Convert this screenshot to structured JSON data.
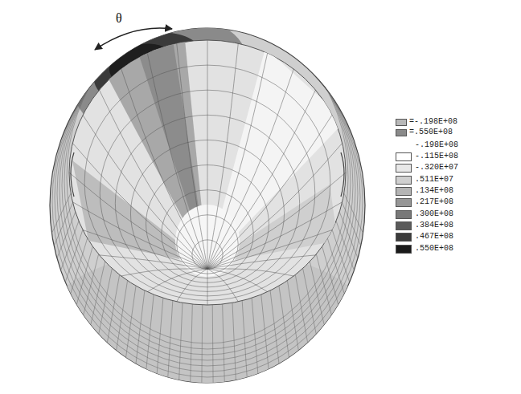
{
  "diagram": {
    "labels": [
      "θ"
    ],
    "legend": [
      {
        "text": "=-.198E+08",
        "color": "#b8b8b8"
      },
      {
        "text": "=.550E+08",
        "color": "#8a8a8a"
      },
      {
        "text": "-.198E+08"
      },
      {
        "text": "-.115E+08",
        "color": "#ffffff"
      },
      {
        "text": "-.320E+07",
        "color": "#e8e8e8"
      },
      {
        "text": ".511E+07",
        "color": "#d0d0d0"
      },
      {
        "text": ".134E+08",
        "color": "#b4b4b4"
      },
      {
        "text": ".217E+08",
        "color": "#969696"
      },
      {
        "text": ".300E+08",
        "color": "#787878"
      },
      {
        "text": ".384E+08",
        "color": "#5a5a5a"
      },
      {
        "text": ".467E+08",
        "color": "#3a3a3a"
      },
      {
        "text": ".550E+08",
        "color": "#1a1a1a"
      }
    ]
  }
}
